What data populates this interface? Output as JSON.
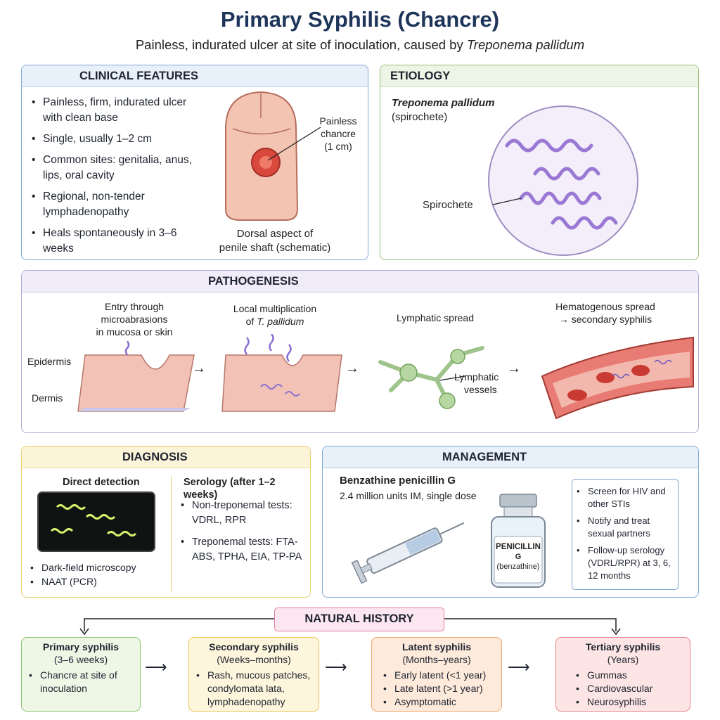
{
  "title": "Primary Syphilis (Chancre)",
  "subtitle_prefix": "Painless, indurated ulcer at site of inoculation, caused by ",
  "subtitle_italic": "Treponema pallidum",
  "colors": {
    "title": "#1e3559",
    "blue": "#7fa7d3",
    "green": "#96c07a",
    "purple": "#b9a8d8",
    "yellow": "#e8cf72",
    "nh_green": "#8cc56f",
    "nh_yellow": "#e9c55b",
    "nh_orange": "#f0a768",
    "nh_red": "#e6848a"
  },
  "clinical": {
    "heading": "CLINICAL FEATURES",
    "items": [
      "Painless, firm, indurated ulcer with clean base",
      "Single, usually 1–2 cm",
      "Common sites: genitalia, anus, lips, oral cavity",
      "Regional, non-tender lymphadenopathy",
      "Heals spontaneously in 3–6 weeks"
    ],
    "chancre_label_1": "Painless",
    "chancre_label_2": "chancre",
    "chancre_label_3": "(1 cm)",
    "caption_1": "Dorsal aspect of",
    "caption_2": "penile shaft (schematic)"
  },
  "etiology": {
    "heading": "ETIOLOGY",
    "organism": "Treponema pallidum",
    "type": "(spirochete)",
    "label": "Spirochete"
  },
  "pathogenesis": {
    "heading": "PATHOGENESIS",
    "step1_1": "Entry through",
    "step1_2": "microabrasions",
    "step1_3": "in mucosa or skin",
    "epidermis": "Epidermis",
    "dermis": "Dermis",
    "step2_1": "Local multiplication",
    "step2_2_prefix": "of ",
    "step2_2_italic": "T. pallidum",
    "step3": "Lymphatic spread",
    "lymph_1": "Lymphatic",
    "lymph_2": "vessels",
    "step4_1": "Hematogenous spread",
    "step4_2": "→ secondary syphilis"
  },
  "diagnosis": {
    "heading": "DIAGNOSIS",
    "direct_heading": "Direct detection",
    "direct_items": [
      "Dark-field microscopy",
      "NAAT (PCR)"
    ],
    "serology_heading": "Serology (after 1–2 weeks)",
    "serology_items": [
      "Non-treponemal tests: VDRL, RPR",
      "Treponemal tests: FTA-ABS, TPHA, EIA, TP-PA"
    ]
  },
  "management": {
    "heading": "MANAGEMENT",
    "drug": "Benzathine penicillin G",
    "dose": "2.4 million units IM, single dose",
    "vial_1": "PENICILLIN",
    "vial_2": "G",
    "vial_3": "(benzathine)",
    "items": [
      "Screen for HIV and other STIs",
      "Notify and treat sexual partners",
      "Follow-up serology (VDRL/RPR) at 3, 6, 12 months"
    ]
  },
  "natural_history": {
    "heading": "NATURAL HISTORY",
    "stages": [
      {
        "name": "Primary syphilis",
        "sub": "(3–6 weeks)",
        "items": [
          "Chancre at site of inoculation"
        ]
      },
      {
        "name": "Secondary syphilis",
        "sub": "(Weeks–months)",
        "items": [
          "Rash, mucous patches, condylomata lata, lymphadenopathy"
        ]
      },
      {
        "name": "Latent syphilis",
        "sub": "(Months–years)",
        "items": [
          "Early latent (<1 year)",
          "Late latent  (>1 year)",
          "Asymptomatic"
        ]
      },
      {
        "name": "Tertiary syphilis",
        "sub": "(Years)",
        "items": [
          "Gummas",
          "Cardiovascular",
          "Neurosyphilis"
        ]
      }
    ]
  }
}
